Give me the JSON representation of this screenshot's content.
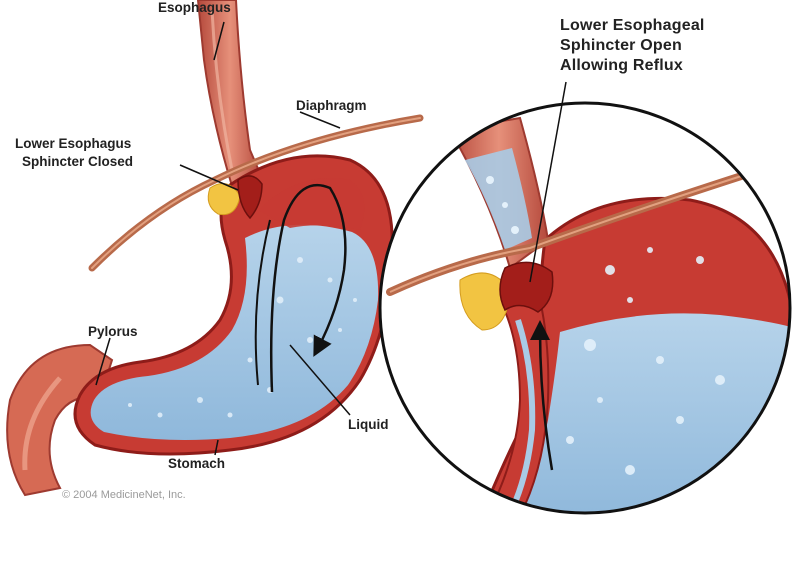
{
  "labels": {
    "esophagus": "Esophagus",
    "diaphragm": "Diaphragm",
    "les_closed_line1": "Lower Esophagus",
    "les_closed_line2": "Sphincter Closed",
    "les_open_line1": "Lower Esophageal",
    "les_open_line2": "Sphincter Open",
    "les_open_line3": "Allowing Reflux",
    "pylorus": "Pylorus",
    "liquid": "Liquid",
    "stomach": "Stomach"
  },
  "copyright": "© 2004 MedicineNet, Inc.",
  "colors": {
    "tissue": "#c73b33",
    "tissue_dark": "#9e1f1c",
    "tissue_light": "#e88a74",
    "liquid": "#a9cbe6",
    "liquid_light": "#dcecf8",
    "fat": "#f2c442",
    "diaphragm": "#b86a4a"
  }
}
